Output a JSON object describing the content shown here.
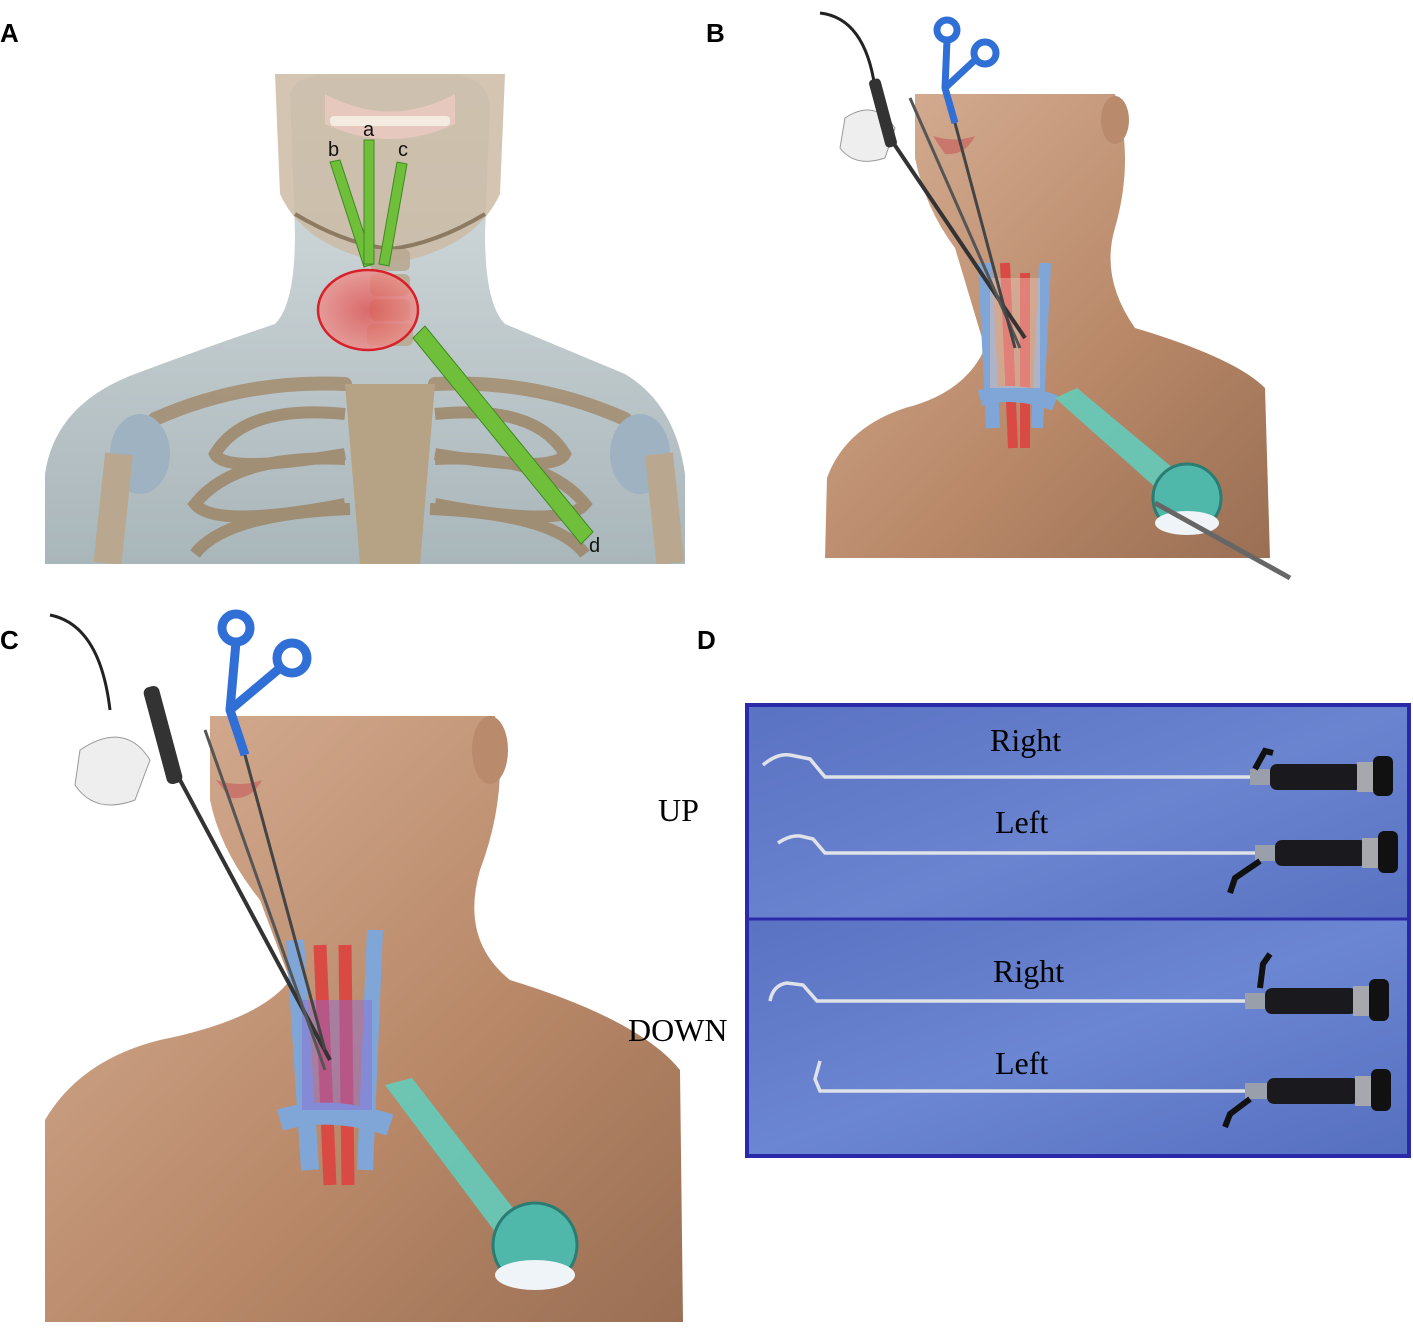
{
  "panels": {
    "a": {
      "letter": "A",
      "path_labels": [
        "a",
        "b",
        "c",
        "d"
      ]
    },
    "b": {
      "letter": "B"
    },
    "c": {
      "letter": "C"
    },
    "d": {
      "letter": "D",
      "groups": [
        {
          "side_label": "UP",
          "instruments": [
            "Right",
            "Left"
          ]
        },
        {
          "side_label": "DOWN",
          "instruments": [
            "Right",
            "Left"
          ]
        }
      ]
    }
  },
  "colors": {
    "approach_path": "#6fbf3a",
    "target_region": "#e0383a",
    "vein": "#7fa6d6",
    "artery": "#d94a45",
    "skin": "#c69a7c",
    "skeleton": "#b8a184",
    "blue_instrument": "#2f6fd6",
    "trocar": "#5fd0c0",
    "photo_background": "#5f78c8",
    "photo_frame": "#2a2aa8"
  }
}
